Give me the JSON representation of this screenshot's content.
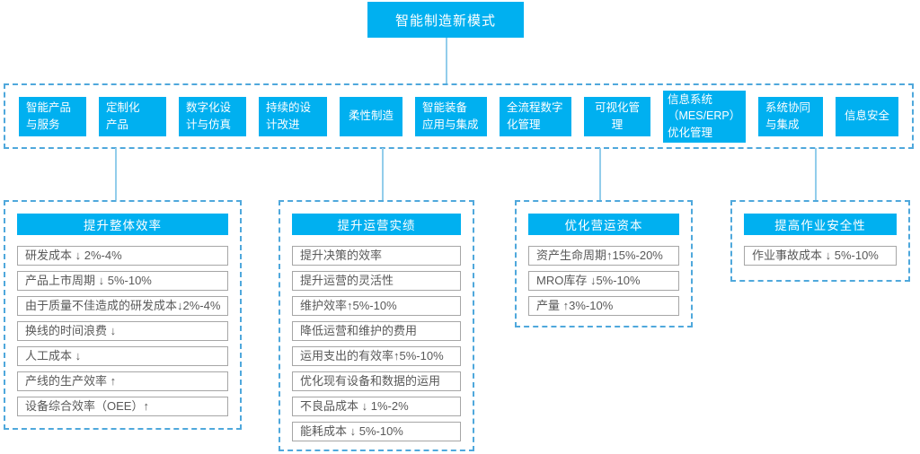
{
  "title": "智能制造新模式",
  "colors": {
    "accent_blue": "#00B0F0",
    "dashed_border": "#4FA8DC",
    "connector": "#92CDEB",
    "item_border": "#A6A6A6",
    "item_text": "#595959"
  },
  "capabilities": [
    {
      "label": "智能产品\n与服务"
    },
    {
      "label": "定制化\n产品"
    },
    {
      "label": "数字化设\n计与仿真"
    },
    {
      "label": "持续的设\n计改进"
    },
    {
      "label": "柔性制造"
    },
    {
      "label": "智能装备\n应用与集成"
    },
    {
      "label": "全流程数字\n化管理"
    },
    {
      "label": "可视化管理"
    },
    {
      "label": "信息系统\n（MES/ERP）\n优化管理"
    },
    {
      "label": "系统协同\n与集成"
    },
    {
      "label": "信息安全"
    }
  ],
  "groups": [
    {
      "header": "提升整体效率",
      "items": [
        "研发成本 ↓ 2%-4%",
        "产品上市周期 ↓ 5%-10%",
        "由于质量不佳造成的研发成本↓2%-4%",
        "换线的时间浪费 ↓",
        "人工成本 ↓",
        "产线的生产效率 ↑",
        "设备综合效率（OEE）↑"
      ]
    },
    {
      "header": "提升运营实绩",
      "items": [
        "提升决策的效率",
        "提升运营的灵活性",
        "维护效率↑5%-10%",
        "降低运营和维护的费用",
        "运用支出的有效率↑5%-10%",
        "优化现有设备和数据的运用",
        "不良品成本 ↓ 1%-2%",
        "能耗成本 ↓ 5%-10%"
      ]
    },
    {
      "header": "优化营运资本",
      "items": [
        "资产生命周期↑15%-20%",
        "MRO库存 ↓5%-10%",
        "产量 ↑3%-10%"
      ]
    },
    {
      "header": "提高作业安全性",
      "items": [
        "作业事故成本 ↓ 5%-10%"
      ]
    }
  ]
}
